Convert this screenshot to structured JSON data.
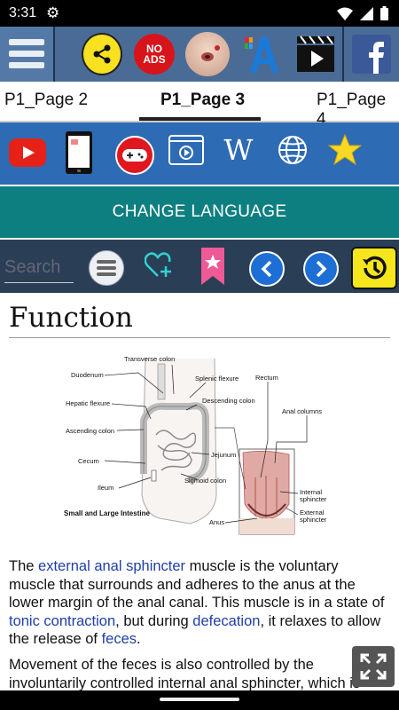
{
  "status_bar": {
    "time": "3:31"
  },
  "toolbar_top": {
    "no_ads_line1": "NO",
    "no_ads_line2": "ADS"
  },
  "tabs": [
    "P1_Page 2",
    "P1_Page 3",
    "P1_Page 4"
  ],
  "active_tab": "P1_Page 3",
  "change_language": "CHANGE LANGUAGE",
  "search": {
    "placeholder": "Search"
  },
  "article": {
    "title": "Function",
    "figure": {
      "caption": "Small and Large Intestine",
      "labels": {
        "transverse_colon": "Transverse colon",
        "duodenum": "Duodenum",
        "splenic_flexure": "Splenic flexure",
        "hepatic_flexure": "Hepatic flexure",
        "descending_colon": "Descending colon",
        "ascending_colon": "Ascending colon",
        "jejunum": "Jejunum",
        "cecum": "Cecum",
        "sigmoid_colon": "Sigmoid colon",
        "ileum": "Ileum",
        "rectum": "Rectum",
        "anal_columns": "Anal columns",
        "internal_sphincter_1": "Internal",
        "internal_sphincter_2": "sphincter",
        "external_sphincter_1": "External",
        "external_sphincter_2": "sphincter",
        "anus": "Anus"
      }
    },
    "p1": {
      "t1": "The ",
      "l1": "external anal sphincter",
      "t2": " muscle is the voluntary muscle that surrounds and adheres to the anus at the lower margin of the anal canal. This muscle is in a state of ",
      "l2": "tonic contraction",
      "t3": ", but during ",
      "l3": "defecation",
      "t4": ", it relaxes to allow the release of ",
      "l4": "feces",
      "t5": "."
    },
    "p2": "Movement of the feces is also controlled by the involuntarily controlled internal anal sphincter, which is"
  },
  "colors": {
    "toolbar_top": "#4a6b95",
    "toolbar_apps": "#2e6bb5",
    "change_language_bg": "#0e7f80",
    "toolbar_nav": "#2a3f55",
    "link": "#1f3ea8"
  }
}
